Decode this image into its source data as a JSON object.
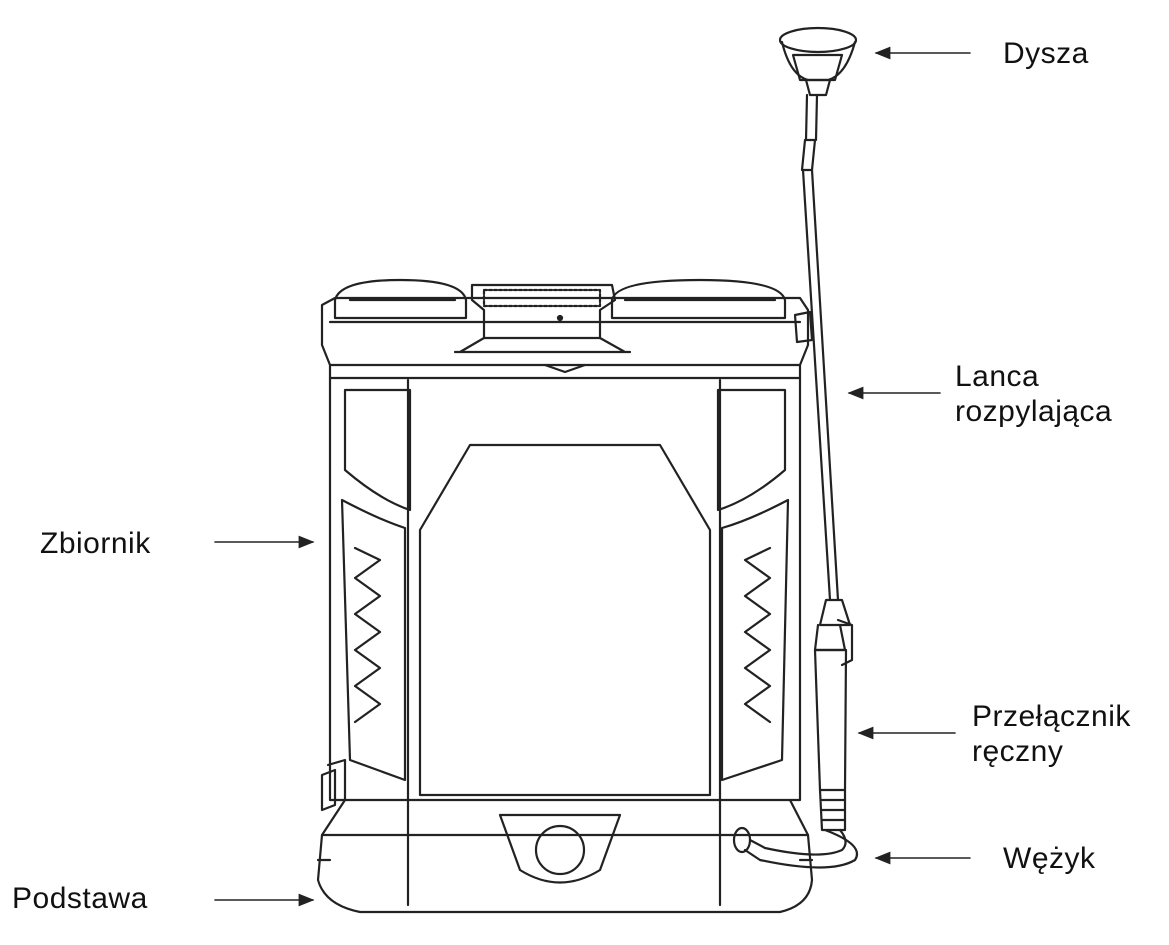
{
  "labels": {
    "nozzle": "Dysza",
    "lance_line1": "Lanca",
    "lance_line2": "rozpylająca",
    "tank": "Zbiornik",
    "switch_line1": "Przełącznik",
    "switch_line2": "ręczny",
    "hose": "Wężyk",
    "base": "Podstawa"
  }
}
